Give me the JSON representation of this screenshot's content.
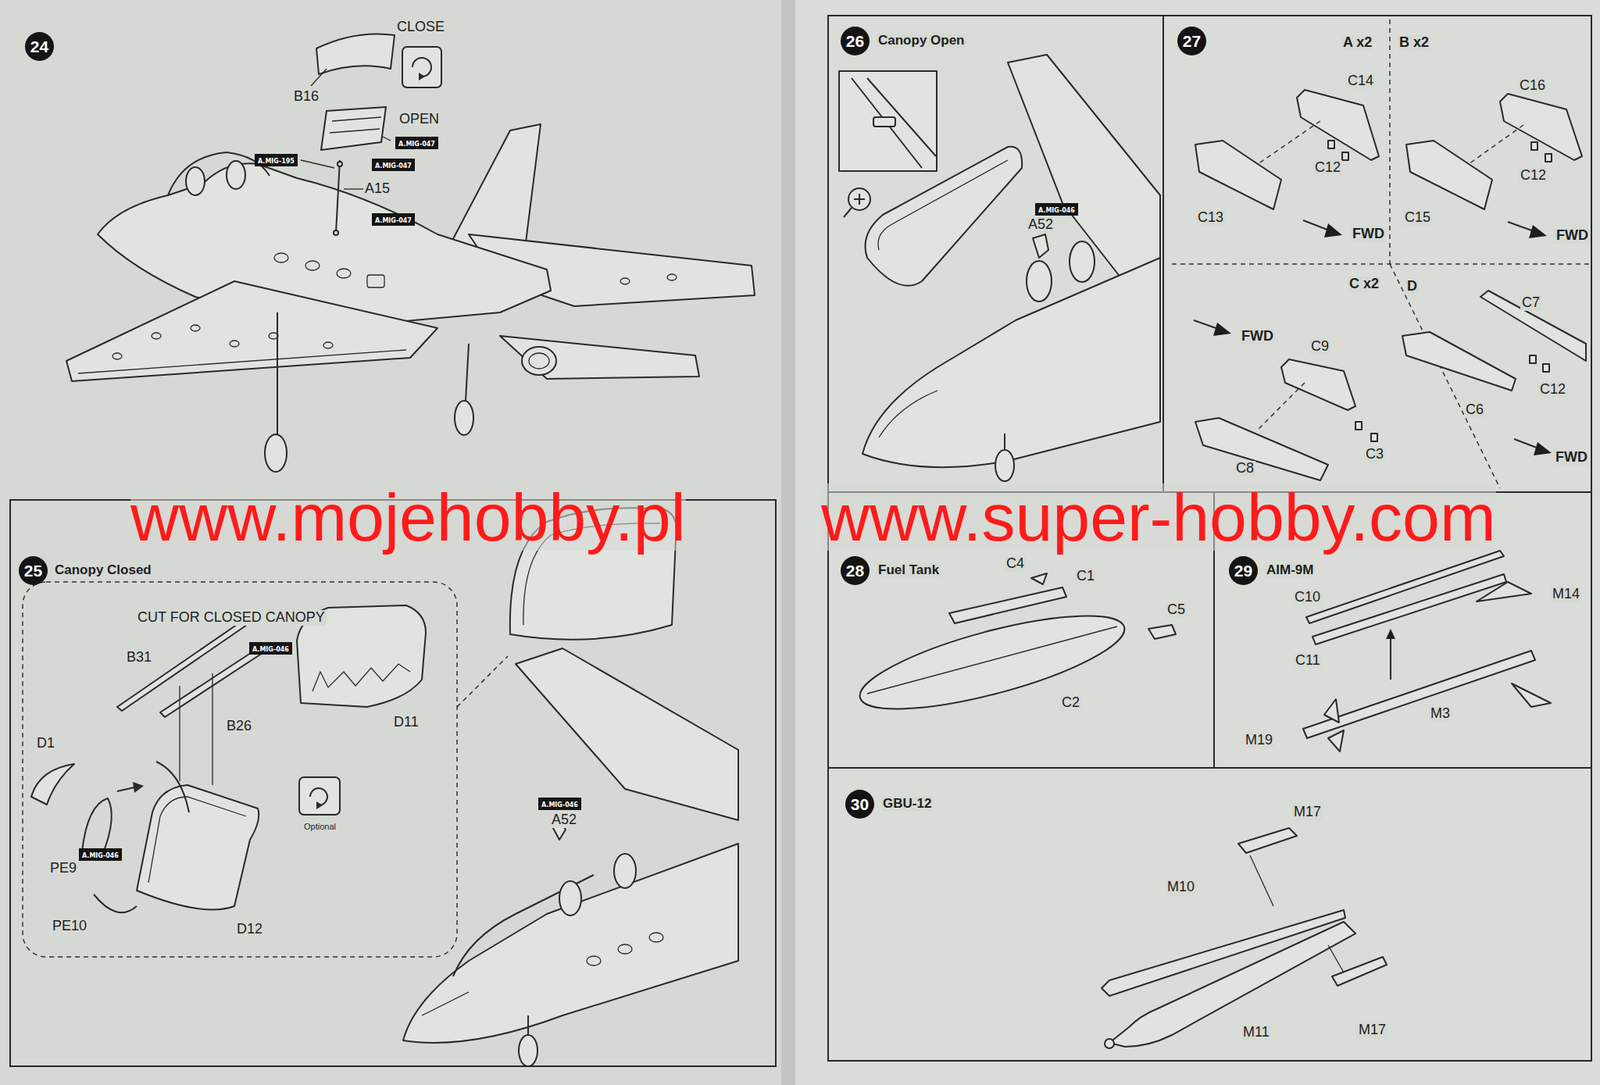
{
  "diagram": {
    "nodes": [
      {
        "text": [
          "24"
        ]
      },
      {
        "text": [
          "A.MIG-047"
        ]
      },
      {
        "text": [
          "A.MIG-195"
        ]
      },
      {
        "text": [
          "A.MIG-047"
        ]
      },
      {
        "text": [
          "A.MIG-047"
        ]
      },
      {
        "text": [
          "25"
        ]
      },
      {
        "text": [
          "A.MIG-046"
        ]
      },
      {
        "text": [
          "A.MIG-046"
        ]
      },
      {
        "text": [
          "A.MIG-046"
        ]
      },
      {
        "text": [
          "26"
        ]
      },
      {
        "text": [
          "A.MIG-046"
        ]
      },
      {
        "text": [
          "27"
        ]
      },
      {
        "text": [
          "28"
        ]
      },
      {
        "text": [
          "29"
        ]
      },
      {
        "text": [
          "30"
        ]
      }
    ],
    "labels": [
      "CLOSE",
      "B16",
      "OPEN",
      "A15",
      "Canopy Closed",
      "CUT FOR CLOSED CANOPY",
      "B31",
      "B26",
      "D11",
      "D1",
      "PE9",
      "Optional",
      "D12",
      "PE10",
      "A52",
      "www.mojehobby.pl",
      "www.super-hobby.com",
      "Canopy Open",
      "A52",
      "A x2",
      "B x2",
      "C14",
      "C16",
      "C12",
      "C12",
      "C13",
      "C15",
      "FWD",
      "FWD",
      "C x2",
      "D",
      "C7",
      "FWD",
      "C9",
      "C12",
      "C6",
      "C3",
      "FWD",
      "C8",
      "Fuel Tank",
      "C4",
      "C1",
      "C5",
      "C2",
      "AIM-9M",
      "M14",
      "C10",
      "C11",
      "M3",
      "M19",
      "GBU-12",
      "M17",
      "M10",
      "M17",
      "M11"
    ]
  }
}
